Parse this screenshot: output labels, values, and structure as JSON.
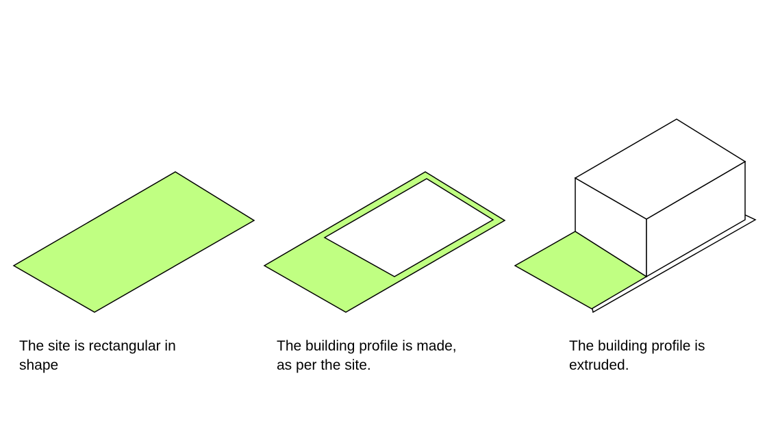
{
  "colors": {
    "site_fill": "#c0ff82",
    "stroke": "#000000",
    "building_fill": "#ffffff",
    "background": "#ffffff"
  },
  "steps": [
    {
      "caption_lines": [
        "The site is rectangular in",
        "shape"
      ]
    },
    {
      "caption_lines": [
        "The building profile is made,",
        "as per the site."
      ]
    },
    {
      "caption_lines": [
        "The building profile is",
        "extruded."
      ]
    }
  ]
}
